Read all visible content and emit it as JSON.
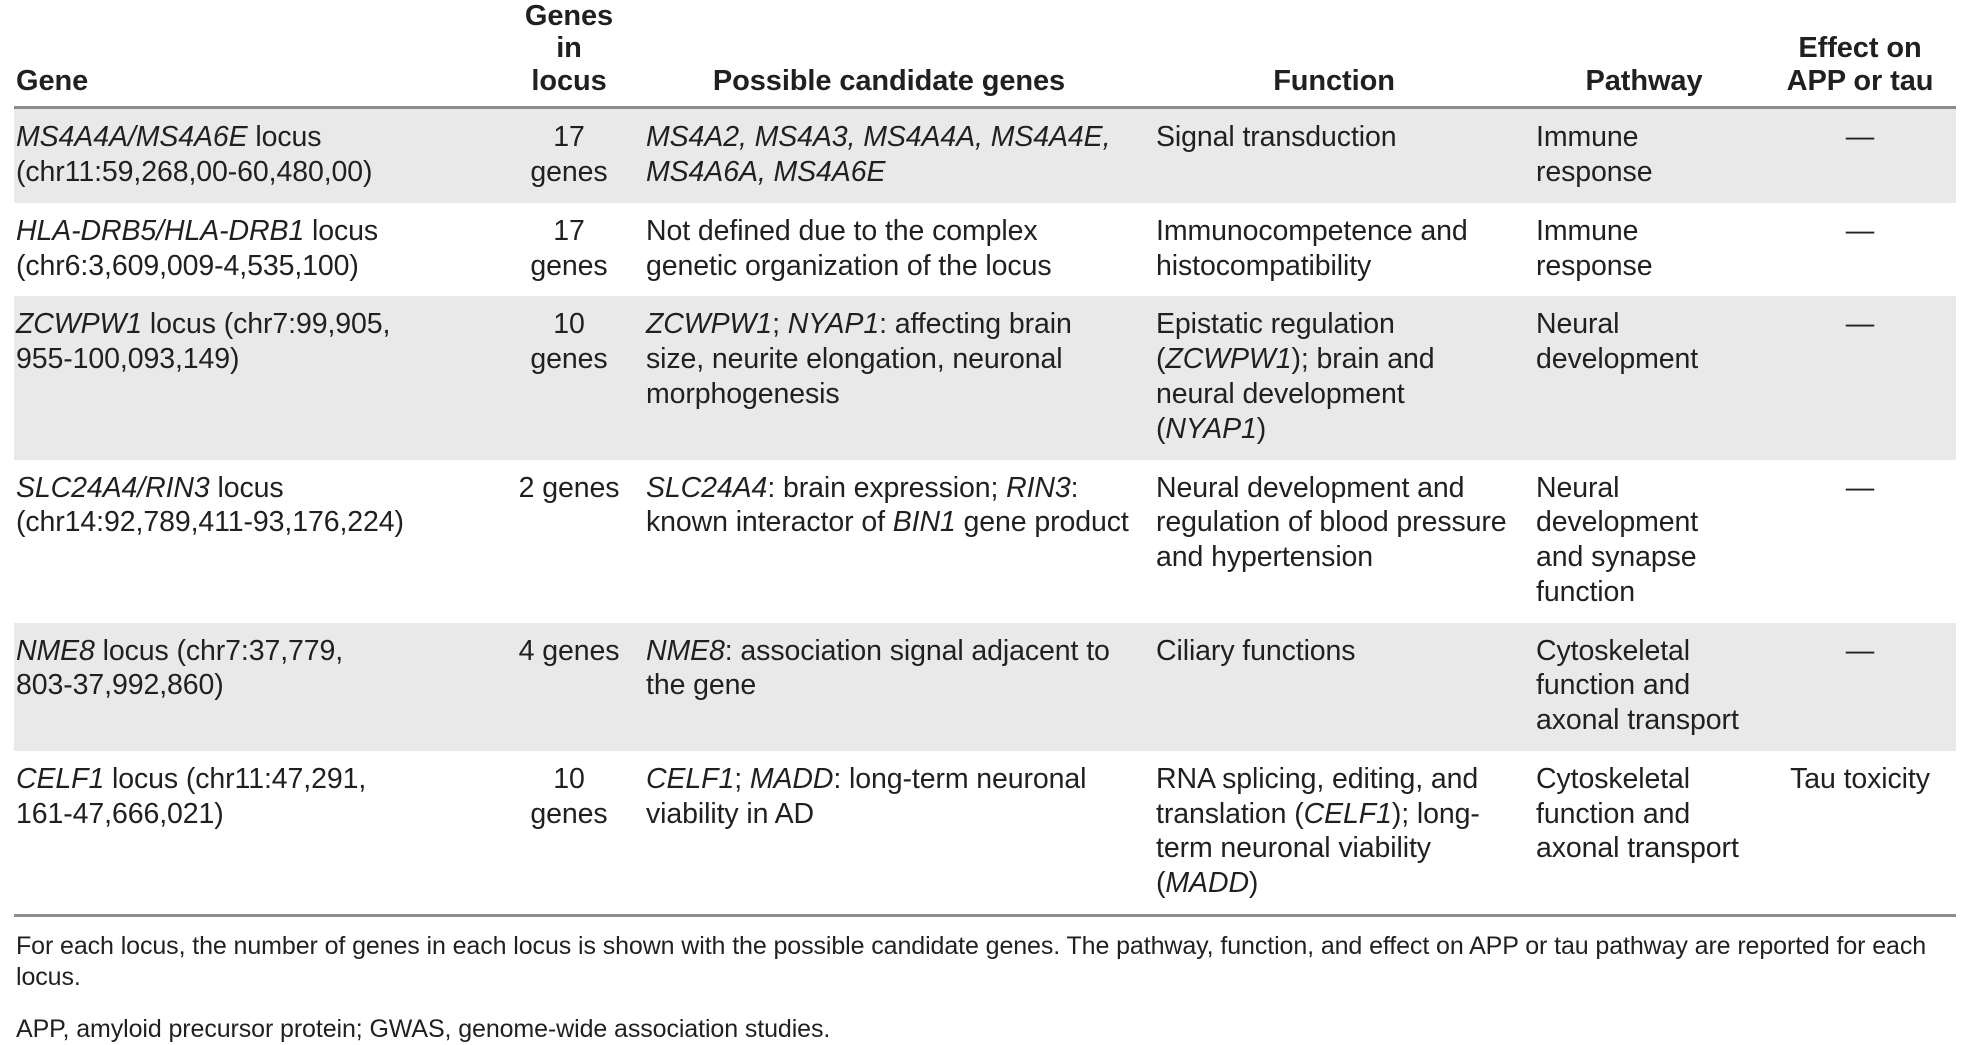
{
  "table": {
    "headers": [
      "Gene",
      "Genes in locus",
      "Possible candidate genes",
      "Function",
      "Pathway",
      "Effect on APP or tau"
    ],
    "headers_lines": {
      "gene": "Gene",
      "count_line1": "Genes in",
      "count_line2": "locus",
      "candidates": "Possible candidate genes",
      "function": "Function",
      "pathway": "Pathway",
      "effect_line1": "Effect on",
      "effect_line2": "APP or tau"
    },
    "rows": [
      {
        "gene": "MS4A4A/MS4A6E locus (chr11:59,268,00-60,480,00)",
        "gene_italic": "MS4A4A/MS4A6E",
        "gene_rest_line1": " locus",
        "gene_line2": "(chr11:59,268,00-60,480,00)",
        "count": "17 genes",
        "candidates": "MS4A2, MS4A3, MS4A4A, MS4A4E, MS4A6A, MS4A6E",
        "function": "Signal transduction",
        "pathway": "Immune response",
        "effect": "—"
      },
      {
        "gene": "HLA-DRB5/HLA-DRB1 locus (chr6:3,609,009-4,535,100)",
        "gene_italic": "HLA-DRB5/HLA-DRB1",
        "gene_rest_line1": " locus",
        "gene_line2": "(chr6:3,609,009-4,535,100)",
        "count": "17 genes",
        "candidates": "Not defined due to the complex genetic organization of the locus",
        "function": "Immunocompetence and histocompatibility",
        "pathway": "Immune response",
        "effect": "—"
      },
      {
        "gene": "ZCWPW1 locus (chr7:99,905, 955-100,093,149)",
        "gene_italic": "ZCWPW1",
        "gene_rest_line1": " locus (chr7:99,905,",
        "gene_line2": "955-100,093,149)",
        "count": "10 genes",
        "candidates": "ZCWPW1; NYAP1: affecting brain size, neurite elongation, neuronal morphogenesis",
        "candidate_italics": [
          "ZCWPW1",
          "NYAP1"
        ],
        "function": "Epistatic regulation (ZCWPW1); brain and neural development (NYAP1)",
        "function_italics": [
          "ZCWPW1",
          "NYAP1"
        ],
        "pathway": "Neural development",
        "effect": "—"
      },
      {
        "gene": "SLC24A4/RIN3 locus (chr14:92,789,411-93,176,224)",
        "gene_italic": "SLC24A4/RIN3",
        "gene_rest_line1": " locus",
        "gene_line2": "(chr14:92,789,411-93,176,224)",
        "count": "2 genes",
        "candidates": "SLC24A4: brain expression; RIN3: known interactor of BIN1 gene product",
        "candidate_italics": [
          "SLC24A4",
          "RIN3",
          "BIN1"
        ],
        "function": "Neural development and regulation of blood pressure and hypertension",
        "pathway": "Neural development and synapse function",
        "effect": "—"
      },
      {
        "gene": "NME8 locus (chr7:37,779, 803-37,992,860)",
        "gene_italic": "NME8",
        "gene_rest_line1": " locus (chr7:37,779,",
        "gene_line2": "803-37,992,860)",
        "count": "4 genes",
        "candidates": "NME8: association signal adjacent to the gene",
        "candidate_italics": [
          "NME8"
        ],
        "function": "Ciliary functions",
        "pathway": "Cytoskeletal function and axonal transport",
        "effect": "—"
      },
      {
        "gene": "CELF1 locus (chr11:47,291, 161-47,666,021)",
        "gene_italic": "CELF1",
        "gene_rest_line1": " locus (chr11:47,291,",
        "gene_line2": "161-47,666,021)",
        "count": "10 genes",
        "candidates": "CELF1; MADD: long-term neuronal viability in AD",
        "candidate_italics": [
          "CELF1",
          "MADD"
        ],
        "function": "RNA splicing, editing, and translation (CELF1); long-term neuronal viability (MADD)",
        "function_italics": [
          "CELF1",
          "MADD"
        ],
        "pathway": "Cytoskeletal function and axonal transport",
        "effect": "Tau toxicity"
      }
    ]
  },
  "footnotes": {
    "note1": "For each locus, the number of genes in each locus is shown with the possible candidate genes. The pathway, function, and effect on APP or tau pathway are reported for each locus.",
    "note2": "APP, amyloid precursor protein; GWAS, genome-wide association studies."
  },
  "colors": {
    "text": "#231f20",
    "shaded_row": "#e9e9e9",
    "rule": "#8d8d8d",
    "background": "#ffffff"
  }
}
